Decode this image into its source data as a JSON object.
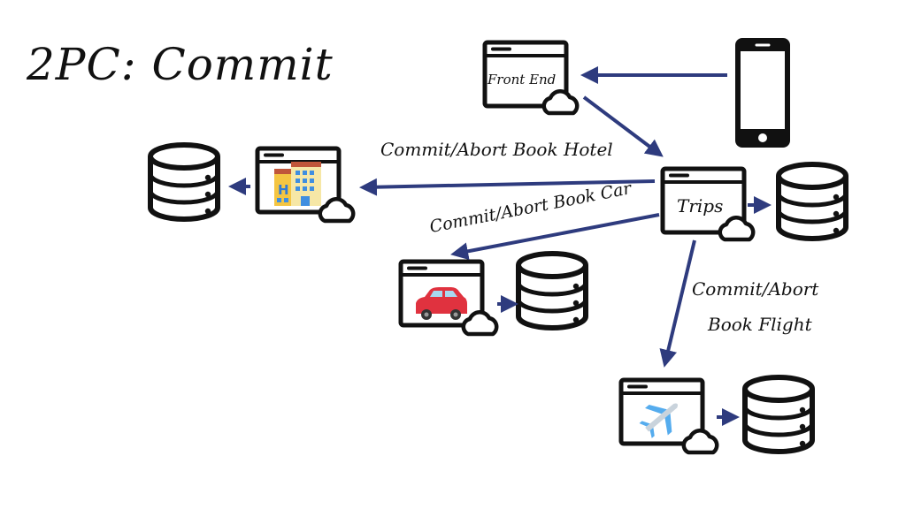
{
  "title": "2PC: Commit",
  "colors": {
    "arrow": "#2e3b7e",
    "stroke": "#111111"
  },
  "nodes": {
    "phone": {
      "icon": "smartphone-icon"
    },
    "front_end": {
      "label": "Front End",
      "icon": "web-service-icon"
    },
    "trips": {
      "label": "Trips",
      "icon": "web-service-icon"
    },
    "hotel": {
      "icon": "hotel-icon"
    },
    "car": {
      "icon": "car-icon"
    },
    "flight": {
      "icon": "airplane-icon"
    }
  },
  "edges": {
    "hotel_label": "Commit/Abort Book Hotel",
    "car_label": "Commit/Abort Book Car",
    "flight_label_line1": "Commit/Abort",
    "flight_label_line2": "Book Flight"
  }
}
